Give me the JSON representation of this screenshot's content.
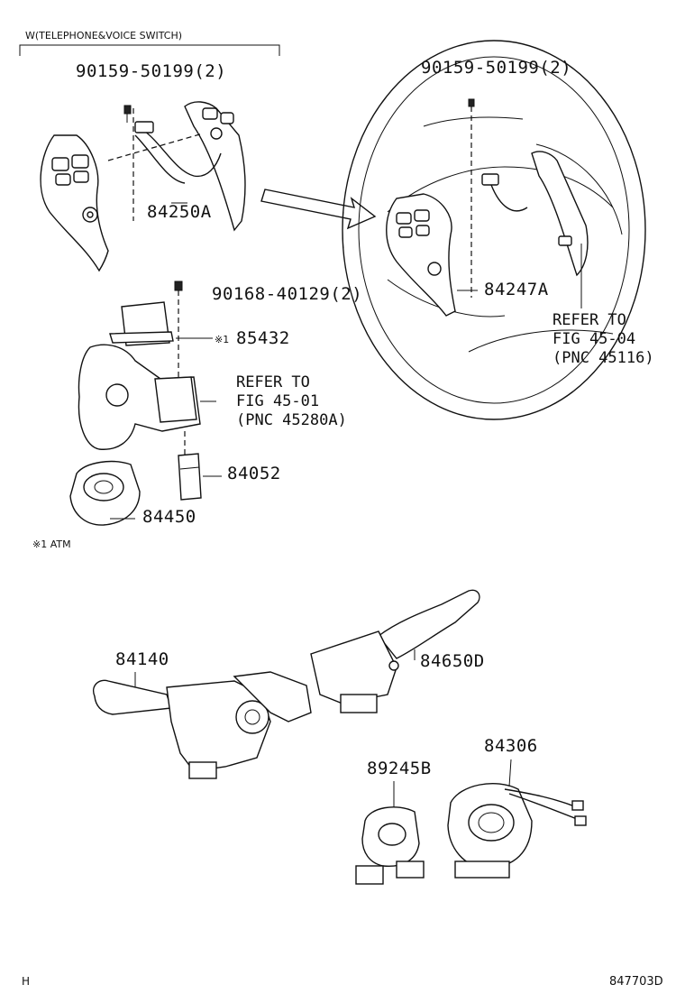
{
  "header": {
    "title": "W(TELEPHONE&VOICE SWITCH)"
  },
  "labels": {
    "bolt_left": "90159-50199(2)",
    "bolt_right": "90159-50199(2)",
    "switch_pad": "84250A",
    "switch_pad_installed": "84247A",
    "screw": "90168-40129(2)",
    "relay_marker": "※1",
    "relay": "85432",
    "sensor": "84052",
    "ignition_switch": "84450",
    "footnote": "※1 ATM",
    "turn_signal_switch": "84140",
    "wiper_switch": "84650D",
    "spiral_cable": "84306",
    "steering_sensor": "89245B",
    "footer_left": "H",
    "footer_right": "847703D"
  },
  "references": {
    "ref_column": [
      "REFER TO",
      "FIG 45-01",
      "(PNC 45280A)"
    ],
    "ref_wheel": [
      "REFER TO",
      "FIG 45-04",
      "(PNC 45116)"
    ]
  }
}
